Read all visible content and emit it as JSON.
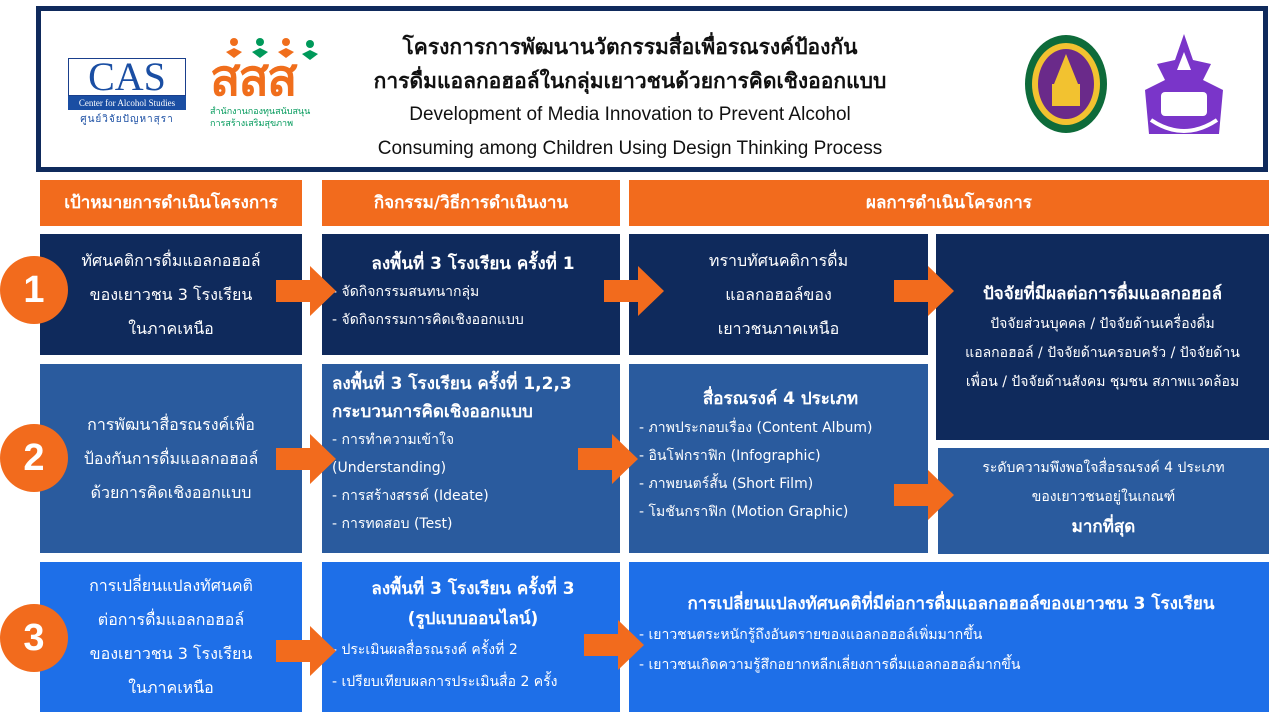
{
  "header": {
    "title_th_1": "โครงการการพัฒนานวัตกรรมสื่อเพื่อรณรงค์ป้องกัน",
    "title_th_2": "การดื่มแอลกอฮอล์ในกลุ่มเยาวชนด้วยการคิดเชิงออกแบบ",
    "title_en_1": "Development of Media Innovation to Prevent Alcohol",
    "title_en_2": "Consuming among Children Using Design Thinking Process"
  },
  "logos": {
    "cas_letters": "CAS",
    "cas_sub": "Center for Alcohol Studies",
    "cas_thai": "ศูนย์วิจัยปัญหาสุรา",
    "sss_letters": "สสส",
    "sss_sub1": "สำนักงานกองทุนสนับสนุน",
    "sss_sub2": "การสร้างเสริมสุขภาพ"
  },
  "columns": {
    "goal": "เป้าหมายการดำเนินโครงการ",
    "activity": "กิจกรรม/วิธีการดำเนินงาน",
    "result": "ผลการดำเนินโครงการ"
  },
  "rows": [
    {
      "number": "1",
      "goal_lines": [
        "ทัศนคติการดื่มแอลกอฮอล์",
        "ของเยาวชน 3 โรงเรียน",
        "ในภาคเหนือ"
      ],
      "activity_heading": [
        "ลงพื้นที่ 3 โรงเรียน ครั้งที่ 1"
      ],
      "activity_items": [
        "- จัดกิจกรรมสนทนากลุ่ม",
        "- จัดกิจกรรมการคิดเชิงออกแบบ"
      ],
      "result_lines": [
        "ทราบทัศนคติการดื่ม",
        "แอลกอฮอล์ของ",
        "เยาวชนภาคเหนือ"
      ],
      "factor_heading": "ปัจจัยที่มีผลต่อการดื่มแอลกอฮอล์",
      "factor_lines": [
        "ปัจจัยส่วนบุคคล / ปัจจัยด้านเครื่องดื่ม",
        "แอลกอฮอล์ / ปัจจัยด้านครอบครัว / ปัจจัยด้าน",
        "เพื่อน / ปัจจัยด้านสังคม ชุมชน สภาพแวดล้อม"
      ]
    },
    {
      "number": "2",
      "goal_lines": [
        "การพัฒนาสื่อรณรงค์เพื่อ",
        "ป้องกันการดื่มแอลกอฮอล์",
        "ด้วยการคิดเชิงออกแบบ"
      ],
      "activity_heading": [
        "ลงพื้นที่ 3 โรงเรียน ครั้งที่ 1,2,3",
        "กระบวนการคิดเชิงออกแบบ"
      ],
      "activity_items": [
        "- การทำความเข้าใจ",
        "(Understanding)",
        "- การสร้างสรรค์ (Ideate)",
        "- การทดสอบ (Test)"
      ],
      "result_heading": "สื่อรณรงค์ 4 ประเภท",
      "result_items": [
        "- ภาพประกอบเรื่อง (Content Album)",
        "- อินโฟกราฟิก (Infographic)",
        "- ภาพยนตร์สั้น (Short Film)",
        "- โมชันกราฟิก (Motion Graphic)"
      ],
      "satisfaction_lines": [
        "ระดับความพึงพอใจสื่อรณรงค์ 4 ประเภท",
        "ของเยาวชนอยู่ในเกณฑ์"
      ],
      "satisfaction_bold": "มากที่สุด"
    },
    {
      "number": "3",
      "goal_lines": [
        "การเปลี่ยนแปลงทัศนคติ",
        "ต่อการดื่มแอลกอฮอล์",
        "ของเยาวชน 3 โรงเรียน",
        "ในภาคเหนือ"
      ],
      "activity_heading": [
        "ลงพื้นที่ 3 โรงเรียน ครั้งที่ 3",
        "(รูปแบบออนไลน์)"
      ],
      "activity_items": [
        "- ประเมินผลสื่อรณรงค์ ครั้งที่ 2",
        "- เปรียบเทียบผลการประเมินสื่อ 2 ครั้ง"
      ],
      "result_heading": "การเปลี่ยนแปลงทัศนคติที่มีต่อการดื่มแอลกอฮอล์ของเยาวชน 3 โรงเรียน",
      "result_items": [
        "- เยาวชนตระหนักรู้ถึงอันตรายของแอลกอฮอล์เพิ่มมากขึ้น",
        "- เยาวชนเกิดความรู้สึกอยากหลีกเลี่ยงการดื่มแอลกอฮอล์มากขึ้น"
      ]
    }
  ],
  "colors": {
    "navy": "#0f2a5c",
    "mid_blue": "#2a5b9e",
    "bright_blue": "#1e6fe8",
    "orange": "#f26b1d"
  }
}
